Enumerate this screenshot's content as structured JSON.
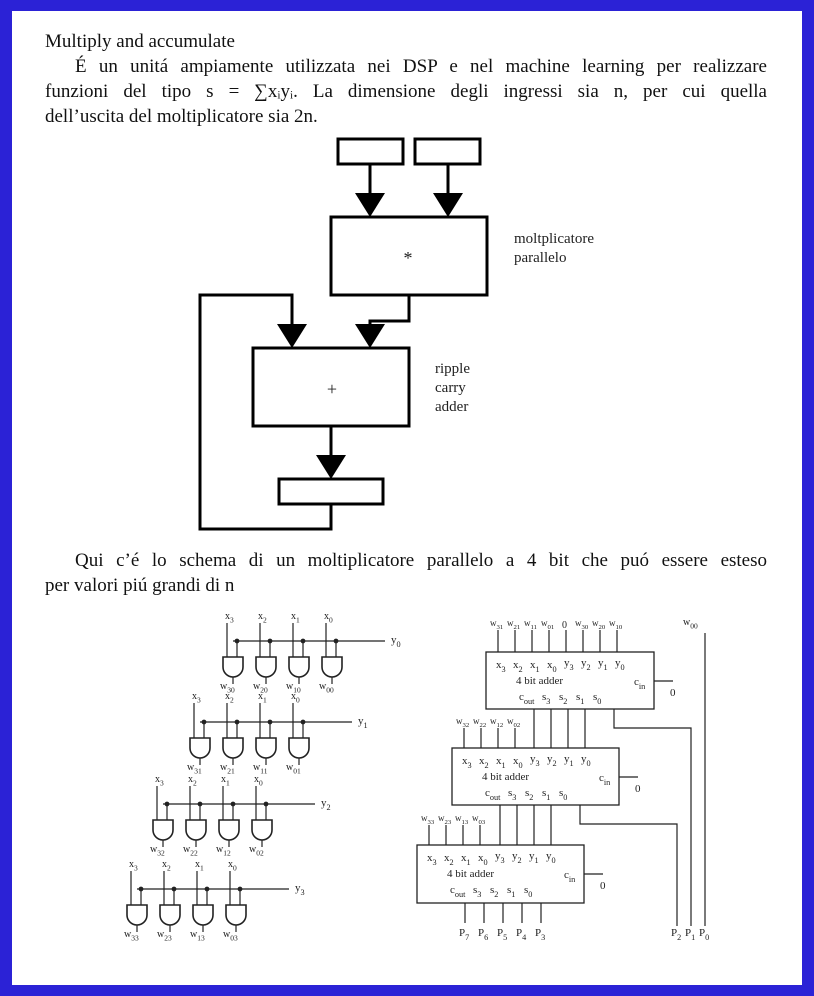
{
  "heading": "Multiply and accumulate",
  "para1": {
    "line1": "É un unitá ampiamente utilizzata nei DSP e nel machine learning per realizzare",
    "line2": "funzioni del tipo s = ∑xᵢyᵢ.  La dimensione degli ingressi sia n, per cui quella",
    "line3": "dell’uscita del moltiplicatore sia 2n."
  },
  "mac_diagram": {
    "multiplier_symbol": "*",
    "multiplier_label": [
      "moltplicatore",
      "parallelo"
    ],
    "adder_symbol": "+",
    "adder_label": [
      "ripple",
      "carry",
      "adder"
    ]
  },
  "para2": {
    "line1": "Qui c’é lo schema di un moltiplicatore parallelo a 4 bit che puó essere esteso",
    "line2": "per valori piú grandi di n"
  },
  "and_array": {
    "rows": [
      {
        "x": [
          "x3",
          "x2",
          "x1",
          "x0"
        ],
        "y": "y0",
        "w": [
          "w30",
          "w20",
          "w10",
          "w00"
        ]
      },
      {
        "x": [
          "x3",
          "x2",
          "x1",
          "x0"
        ],
        "y": "y1",
        "w": [
          "w31",
          "w21",
          "w11",
          "w01"
        ]
      },
      {
        "x": [
          "x3",
          "x2",
          "x1",
          "x0"
        ],
        "y": "y2",
        "w": [
          "w32",
          "w22",
          "w12",
          "w02"
        ]
      },
      {
        "x": [
          "x3",
          "x2",
          "x1",
          "x0"
        ],
        "y": "y3",
        "w": [
          "w33",
          "w23",
          "w13",
          "w03"
        ]
      }
    ]
  },
  "adder_chain": {
    "adders": [
      {
        "title": "4 bit adder",
        "top_inputs": [
          "w31",
          "w21",
          "w11",
          "w01",
          "0",
          "w30",
          "w20",
          "w10"
        ],
        "top_input_wire_names": [
          "w31",
          "w21",
          "w11",
          "w01",
          "0",
          "w30",
          "w20",
          "w10"
        ],
        "cin": "0"
      },
      {
        "title": "4 bit adder",
        "top_inputs": [
          "w32",
          "w22",
          "w12",
          "w02"
        ],
        "cin": "0"
      },
      {
        "title": "4 bit adder",
        "top_inputs": [
          "w33",
          "w23",
          "w13",
          "w03"
        ],
        "cin": "0"
      }
    ],
    "port_labels": {
      "x": [
        "x3",
        "x2",
        "x1",
        "x0"
      ],
      "y": [
        "y3",
        "y2",
        "y1",
        "y0"
      ],
      "s": [
        "s3",
        "s2",
        "s1",
        "s0"
      ],
      "cout": "cout",
      "cin": "cin"
    },
    "w00_label": "w00",
    "outputs_left": [
      "P7",
      "P6",
      "P5",
      "P4",
      "P3"
    ],
    "outputs_right": [
      "P2",
      "P1",
      "P0"
    ]
  }
}
